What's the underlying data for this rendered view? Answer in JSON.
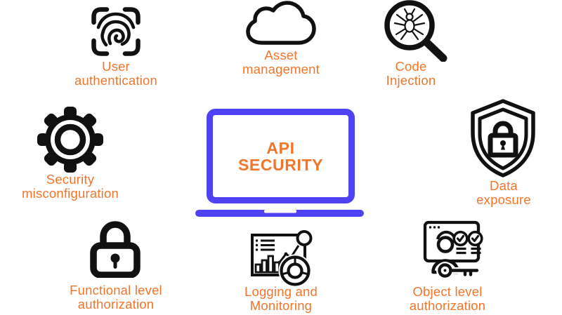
{
  "diagram": {
    "title": "API Security concepts diagram",
    "colors": {
      "accent": "#F2752C",
      "laptop": "#4F42F5",
      "icon": "#111111",
      "background": "#FFFFFF"
    },
    "center": {
      "line1": "API",
      "line2": "SECURITY",
      "icon": "laptop-icon"
    },
    "nodes": [
      {
        "label": "User\nauthentication",
        "icon": "fingerprint-scan-icon"
      },
      {
        "label": "Asset\nmanagement",
        "icon": "cloud-icon"
      },
      {
        "label": "Code\nInjection",
        "icon": "bug-magnifier-icon"
      },
      {
        "label": "Security\nmisconfiguration",
        "icon": "gear-icon"
      },
      {
        "label": "Data\nexposure",
        "icon": "shield-lock-icon"
      },
      {
        "label": "Functional level\nauthorization",
        "icon": "padlock-icon"
      },
      {
        "label": "Logging and\nMonitoring",
        "icon": "monitoring-dashboard-icon"
      },
      {
        "label": "Object level\nauthorization",
        "icon": "permissions-key-icon"
      }
    ]
  }
}
